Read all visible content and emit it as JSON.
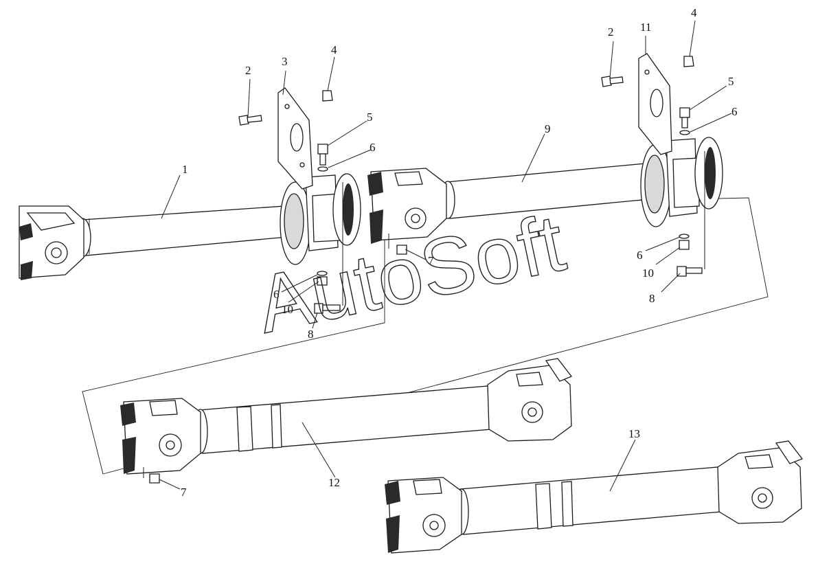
{
  "labels": {
    "p1": "1",
    "p2a": "2",
    "p3": "3",
    "p4a": "4",
    "p5a": "5",
    "p6a": "6",
    "p7a": "7",
    "p9": "9",
    "p2b": "2",
    "p11": "11",
    "p4b": "4",
    "p5b": "5",
    "p6b": "6",
    "p6c": "6",
    "p10b": "10",
    "p8b": "8",
    "p10a": "10",
    "p8a": "8",
    "p6d": "6",
    "p12": "12",
    "p7b": "7",
    "p13": "13"
  },
  "watermark": "AutoSoft",
  "icons": [
    "universal-joint",
    "hanger-bracket",
    "center-bearing",
    "bolt",
    "nut",
    "washer",
    "shaft-tube"
  ]
}
